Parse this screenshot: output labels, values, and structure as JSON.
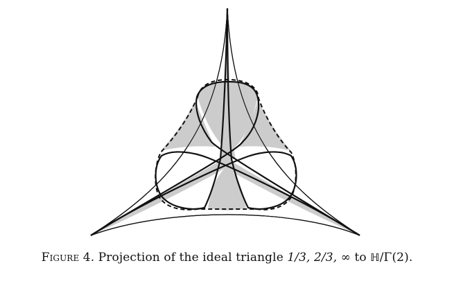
{
  "figure": {
    "label": "Figure 4.",
    "caption_prefix": "Projection of the ideal triangle",
    "caption_points": "1/3, 2/3, ∞",
    "caption_to": "to",
    "caption_quotient_H": "ℍ",
    "caption_quotient_rest": "/Γ(2)."
  },
  "colors": {
    "stroke": "#111111",
    "shade": "#cccccc",
    "background": "#ffffff"
  }
}
